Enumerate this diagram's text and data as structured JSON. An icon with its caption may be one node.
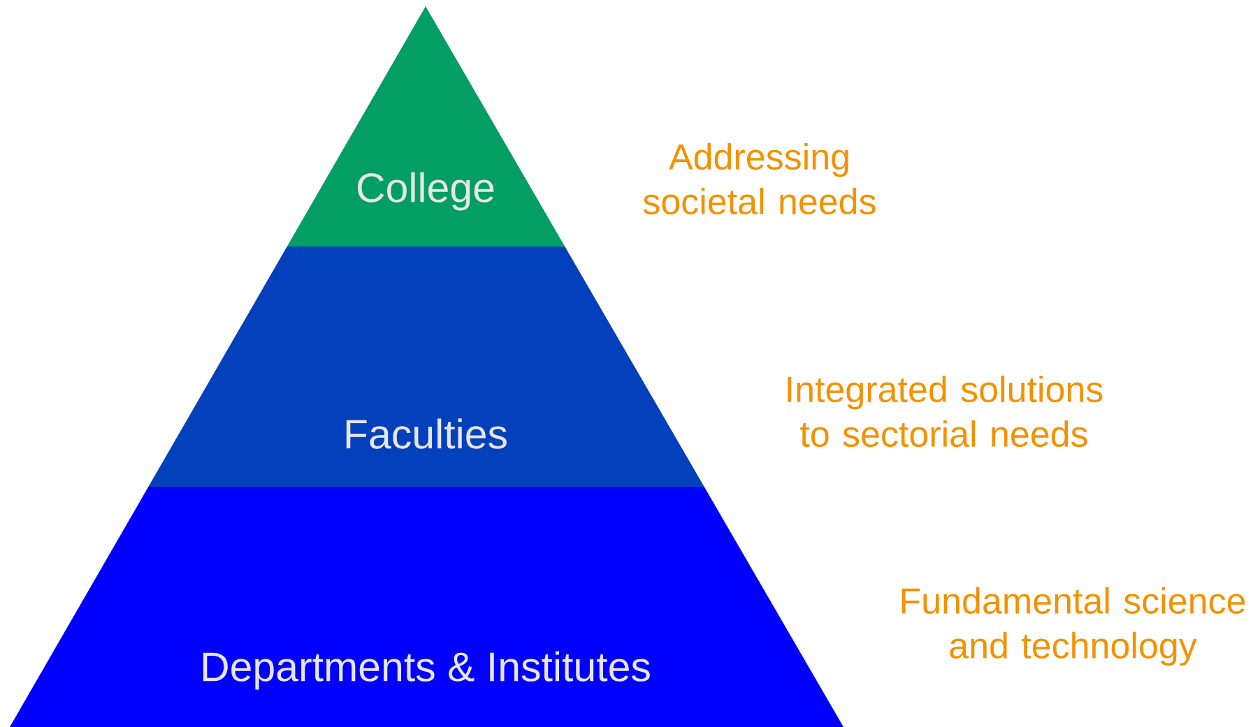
{
  "diagram": {
    "nodes": [
      {
        "text": [
          "College"
        ]
      },
      {
        "text": [
          "Faculties"
        ]
      },
      {
        "text": [
          "Departments & Institutes"
        ]
      }
    ],
    "labels": [
      "Addressing societal needs",
      "Integrated solutions to sectorial needs",
      "Fundamental science and technology"
    ]
  }
}
